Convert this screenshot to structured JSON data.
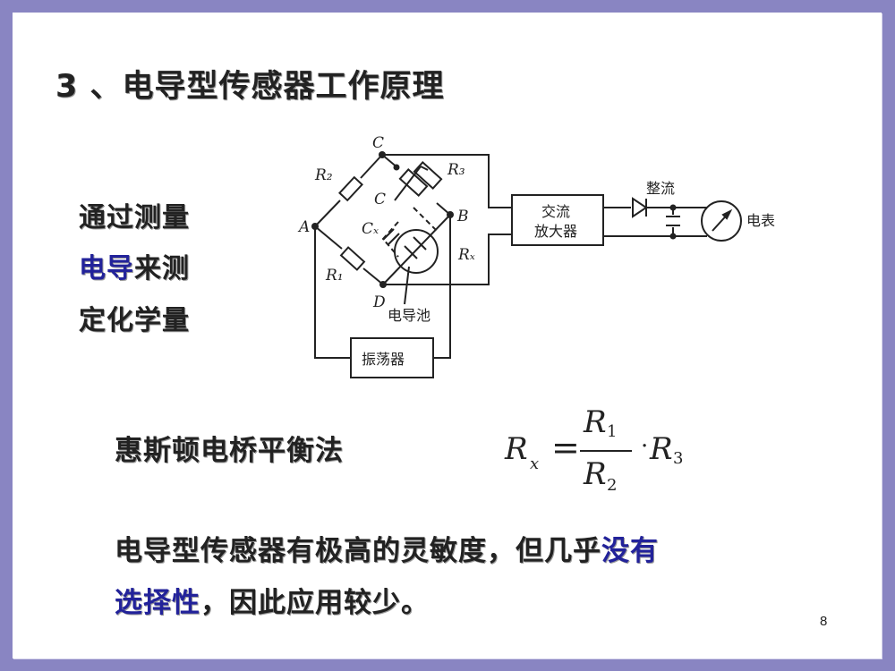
{
  "slide": {
    "title": "3 、电导型传感器工作原理",
    "side_text": {
      "line1": "通过测量",
      "line2_blue": "电导",
      "line2_rest": "来测",
      "line3": "定化学量"
    },
    "method_label": "惠斯顿电桥平衡法",
    "formula": {
      "lhs": "R",
      "lhs_sub": "x",
      "equals": "=",
      "num": "R",
      "num_sub": "1",
      "den": "R",
      "den_sub": "2",
      "dot": "·",
      "rhs": "R",
      "rhs_sub": "3"
    },
    "note": {
      "line1_black": "电导型传感器有极高的灵敏度，但几乎",
      "line1_blue": "没有",
      "line2_blue": "选择性",
      "line2_black": "，因此应用较少。"
    },
    "page_number": "8"
  },
  "circuit": {
    "node_labels": {
      "A": "A",
      "B": "B",
      "C": "C",
      "D": "D"
    },
    "labels": {
      "R1": "R₁",
      "R2": "R₂",
      "R3": "R₃",
      "Rx": "Rₓ",
      "C": "C",
      "Cx": "Cₓ",
      "cell": "电导池",
      "oscillator": "振荡器",
      "amp_line1": "交流",
      "amp_line2": "放大器",
      "rectifier": "整流",
      "meter": "电表"
    }
  },
  "colors": {
    "border": "#8985c2",
    "accent_blue": "#22229a",
    "text": "#222222"
  }
}
